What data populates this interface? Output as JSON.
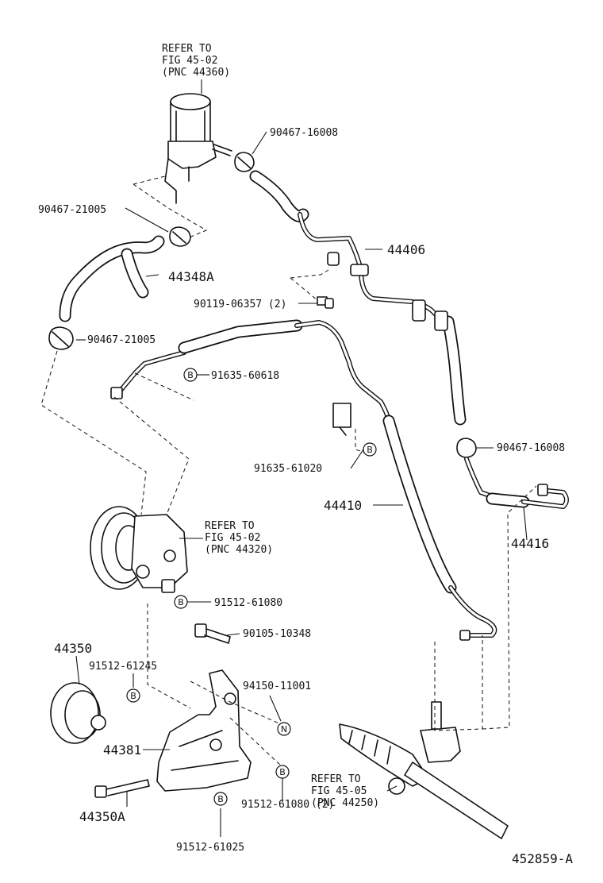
{
  "refs": {
    "reservoir": {
      "line1": "REFER TO",
      "line2": "FIG 45-02",
      "line3": "(PNC 44360)"
    },
    "pump": {
      "line1": "REFER TO",
      "line2": "FIG 45-02",
      "line3": "(PNC 44320)"
    },
    "gear": {
      "line1": "REFER TO",
      "line2": "FIG 45-05",
      "line3": "(PNC 44250)"
    }
  },
  "parts": {
    "p_90467_16008_top": "90467-16008",
    "p_90467_21005_a": "90467-21005",
    "p_44348A": "44348A",
    "p_44406": "44406",
    "p_90119_06357": "90119-06357 (2)",
    "p_90467_21005_b": "90467-21005",
    "p_91635_60618": "91635-60618",
    "p_91635_61020": "91635-61020",
    "p_90467_16008_mid": "90467-16008",
    "p_44410": "44410",
    "p_44416": "44416",
    "p_91512_61080": "91512-61080",
    "p_90105_10348": "90105-10348",
    "p_44350": "44350",
    "p_91512_61245": "91512-61245",
    "p_94150_11001": "94150-11001",
    "p_44381": "44381",
    "p_91512_61080_2": "91512-61080 (2)",
    "p_44350A": "44350A",
    "p_91512_61025": "91512-61025"
  },
  "markers": {
    "B": "B",
    "N": "N"
  },
  "figure_id": "452859-A"
}
